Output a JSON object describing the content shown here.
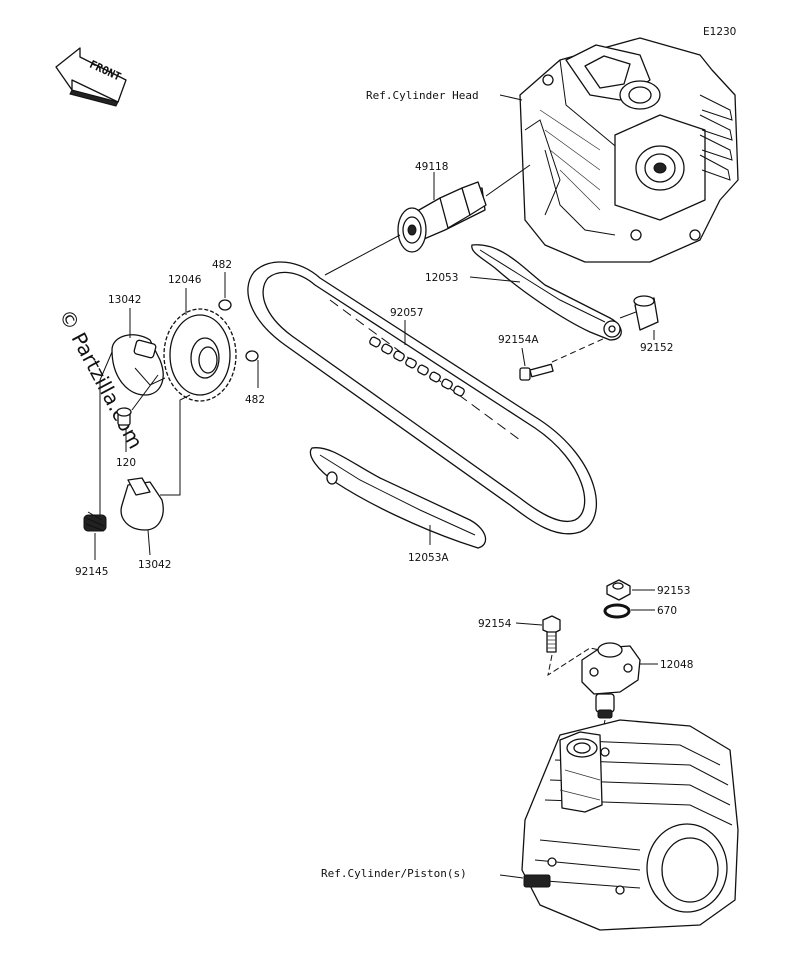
{
  "diagram_code": "E1230",
  "front_label": "FRONT",
  "watermark": "© Partzilla.com",
  "references": {
    "cylinder_head": "Ref.Cylinder Head",
    "cylinder_piston": "Ref.Cylinder/Piston(s)"
  },
  "parts": {
    "p49118": "49118",
    "p12053": "12053",
    "p92057": "92057",
    "p92154A": "92154A",
    "p92152": "92152",
    "p12046": "12046",
    "p482a": "482",
    "p482b": "482",
    "p13042a": "13042",
    "p13042b": "13042",
    "p120": "120",
    "p92145": "92145",
    "p12053A": "12053A",
    "p92153": "92153",
    "p670": "670",
    "p92154": "92154",
    "p12048": "12048"
  }
}
